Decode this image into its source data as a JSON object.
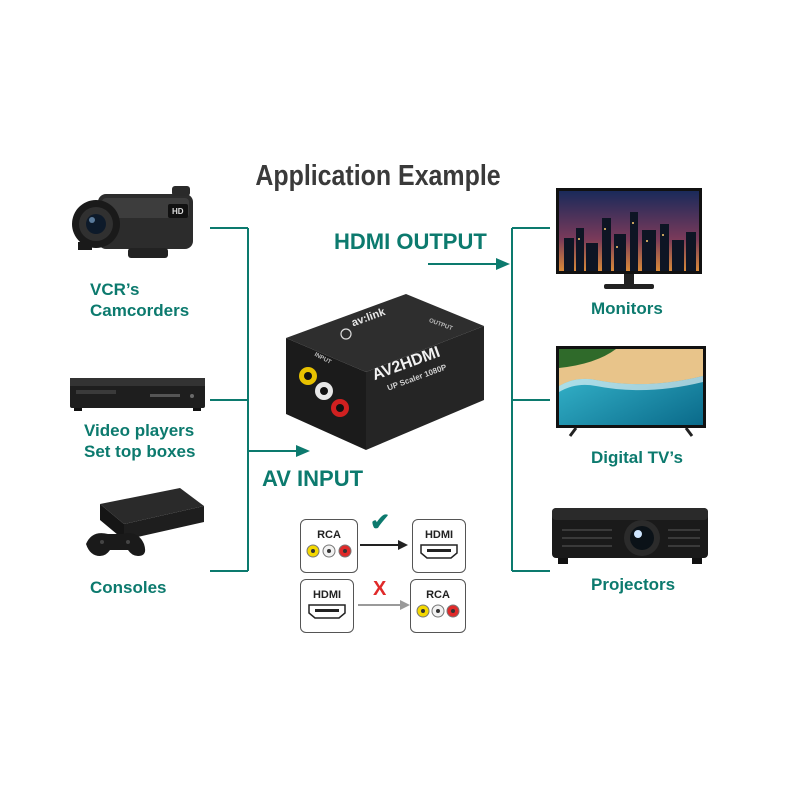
{
  "title": "Application Example",
  "colors": {
    "accent": "#0c7a6e",
    "check": "#0c7a6e",
    "cross": "#e02a2a"
  },
  "inputs": [
    {
      "line1": "VCR’s",
      "line2": "Camcorders",
      "icon": "camcorder-image"
    },
    {
      "line1": "Video players",
      "line2": "Set top boxes",
      "icon": "bluray-player-image"
    },
    {
      "line1": "Consoles",
      "line2": "",
      "icon": "game-console-image"
    }
  ],
  "outputs": [
    {
      "label": "Monitors",
      "icon": "monitor-image"
    },
    {
      "label": "Digital TV’s",
      "icon": "tv-image"
    },
    {
      "label": "Projectors",
      "icon": "projector-image"
    }
  ],
  "hdmi_output_label": "HDMI OUTPUT",
  "av_input_label": "AV INPUT",
  "device": {
    "brand": "av:link",
    "model": "AV2HDMI",
    "subtitle": "UP Scaler 1080P",
    "side_left": "INPUT",
    "side_right": "OUTPUT"
  },
  "conversions": [
    {
      "from": "RCA",
      "to": "HDMI",
      "supported": true,
      "mark": "✔"
    },
    {
      "from": "HDMI",
      "to": "RCA",
      "supported": false,
      "mark": "X"
    }
  ]
}
